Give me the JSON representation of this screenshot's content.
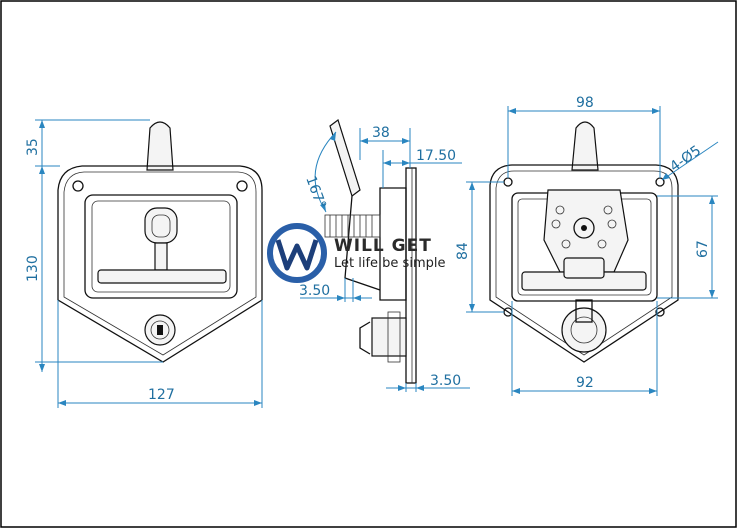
{
  "logo": {
    "name": "WILL GET",
    "slogan": "Let life be simple",
    "color_ring": "#2a5fa8",
    "color_mark": "#1d3f7a"
  },
  "colors": {
    "dimension": "#1f6fa0",
    "outline": "#111111",
    "frame": "#000000"
  },
  "front_view": {
    "dim_width": "127",
    "dim_height": "130",
    "dim_top": "35"
  },
  "side_view": {
    "dim_depth": "38",
    "dim_offset": "17.50",
    "dim_angle": "167°",
    "dim_thickness_left": "3.50",
    "dim_thickness_bottom": "3.50"
  },
  "back_view": {
    "dim_width": "98",
    "dim_bottom_width": "92",
    "dim_height_left": "84",
    "dim_height_right": "67",
    "dim_holes": "4-Ø5"
  }
}
